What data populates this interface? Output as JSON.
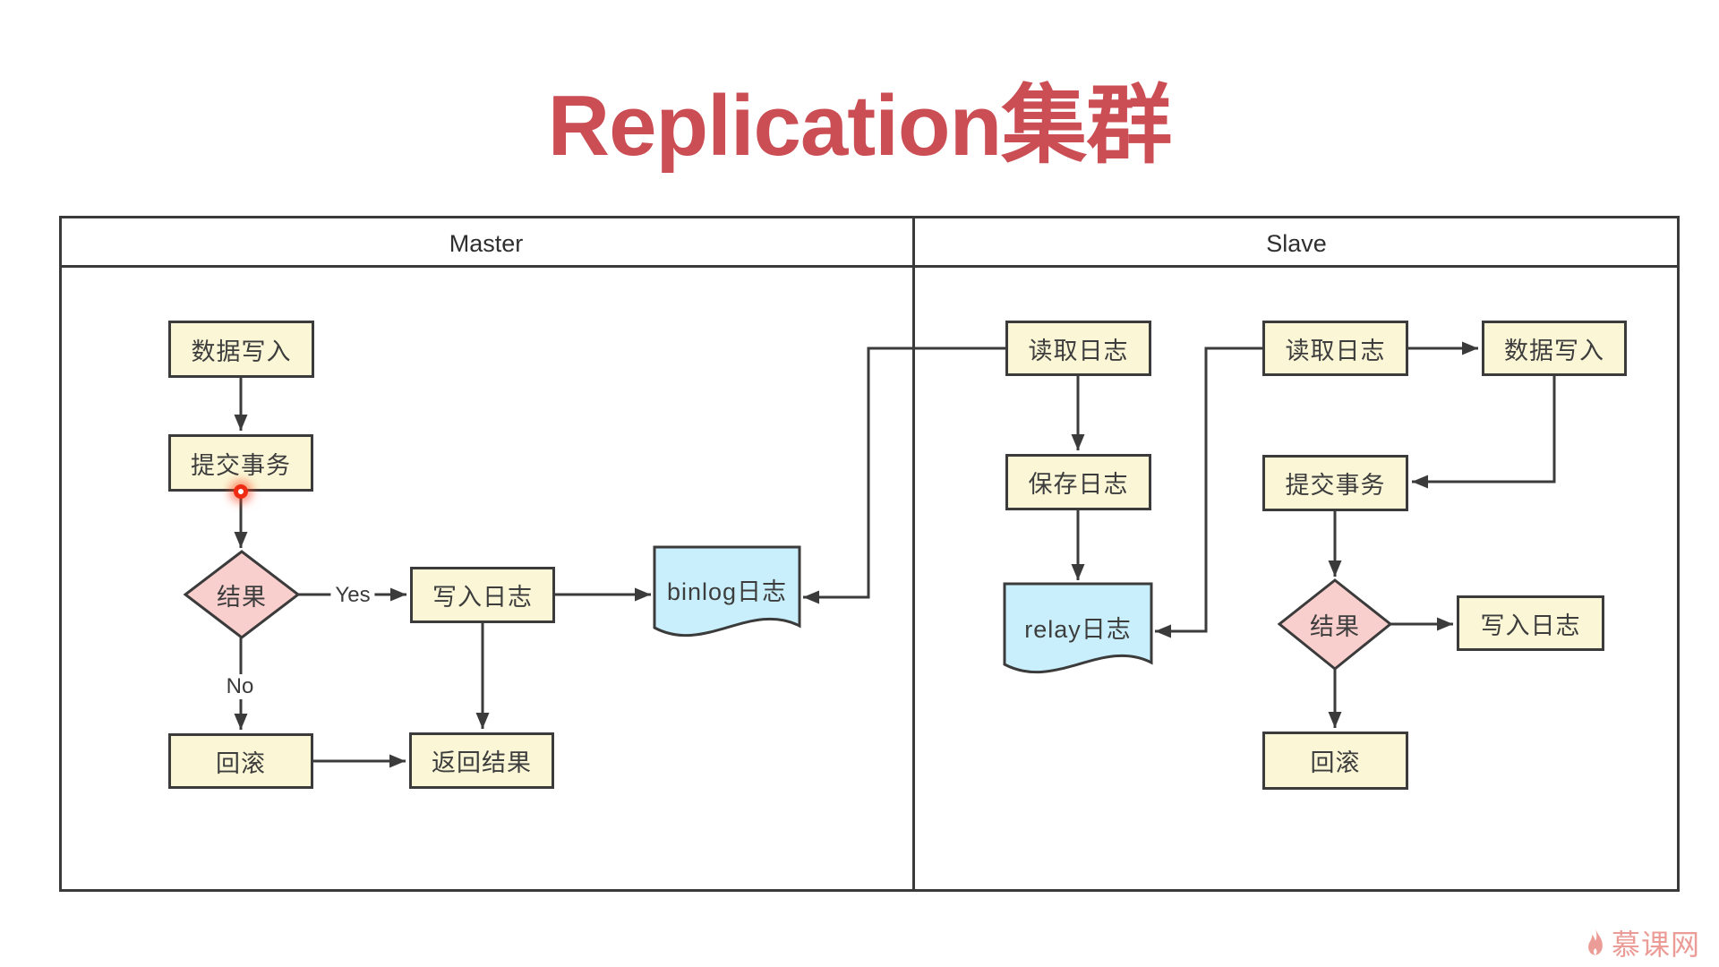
{
  "title": "Replication集群",
  "header": {
    "master": "Master",
    "slave": "Slave"
  },
  "master": {
    "data_write": "数据写入",
    "commit": "提交事务",
    "result": "结果",
    "write_log": "写入日志",
    "rollback": "回滚",
    "return_result": "返回结果",
    "binlog": "binlog日志",
    "yes": "Yes",
    "no": "No"
  },
  "slave": {
    "read_log_io": "读取日志",
    "save_log": "保存日志",
    "relay_log": "relay日志",
    "read_log_sql": "读取日志",
    "data_write": "数据写入",
    "commit": "提交事务",
    "result": "结果",
    "write_log": "写入日志",
    "rollback": "回滚"
  },
  "logo": {
    "text": "慕课网",
    "icon": "flame-icon"
  },
  "colors": {
    "title": "#CB4E55",
    "process_fill": "#FBF7D6",
    "decision_fill": "#F9CFCE",
    "document_fill": "#C8EFFB",
    "stroke": "#3B3B3B",
    "indicator": "#EF2B13",
    "logo": "#EC9C96"
  }
}
